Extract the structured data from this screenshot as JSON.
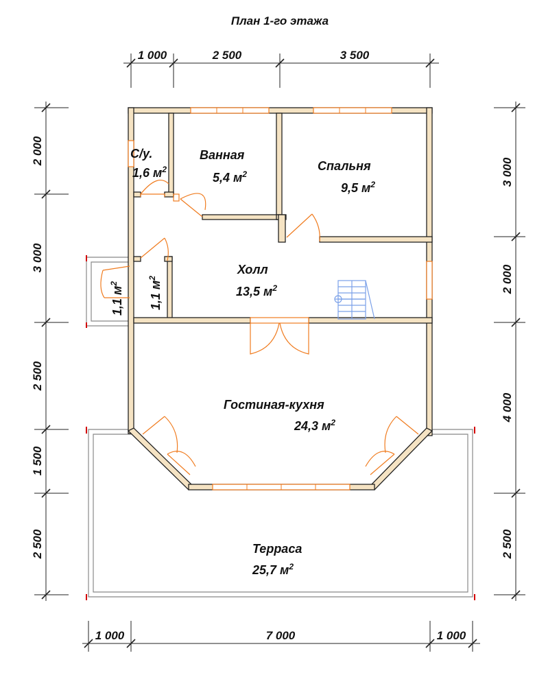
{
  "title": "План 1-го этажа",
  "dimensions": {
    "top": [
      "1 000",
      "2 500",
      "3 500"
    ],
    "bottom": [
      "1 000",
      "7 000",
      "1 000"
    ],
    "left": [
      "2 000",
      "3 000",
      "2 500",
      "1 500",
      "2 500"
    ],
    "right": [
      "3 000",
      "2 000",
      "4 000",
      "2 500"
    ]
  },
  "rooms": {
    "wc": {
      "name": "С/у.",
      "area": "1,6 м",
      "sup": "2"
    },
    "bathroom": {
      "name": "Ванная",
      "area": "5,4 м",
      "sup": "2"
    },
    "bedroom": {
      "name": "Спальня",
      "area": "9,5 м",
      "sup": "2"
    },
    "vestibule": {
      "area": "1,1 м",
      "sup": "2"
    },
    "closet": {
      "area": "1,1 м",
      "sup": "2"
    },
    "hall": {
      "name": "Холл",
      "area": "13,5 м",
      "sup": "2"
    },
    "living": {
      "name": "Гостиная-кухня",
      "area": "24,3 м",
      "sup": "2"
    },
    "terrace": {
      "name": "Терраса",
      "area": "25,7 м",
      "sup": "2"
    }
  },
  "colors": {
    "wall_fill": "#f5e3c3",
    "window_door": "#f07b1e",
    "stairs": "#7aa0e8",
    "terrace_outline": "#888888",
    "terrace_corner": "#d40000"
  }
}
